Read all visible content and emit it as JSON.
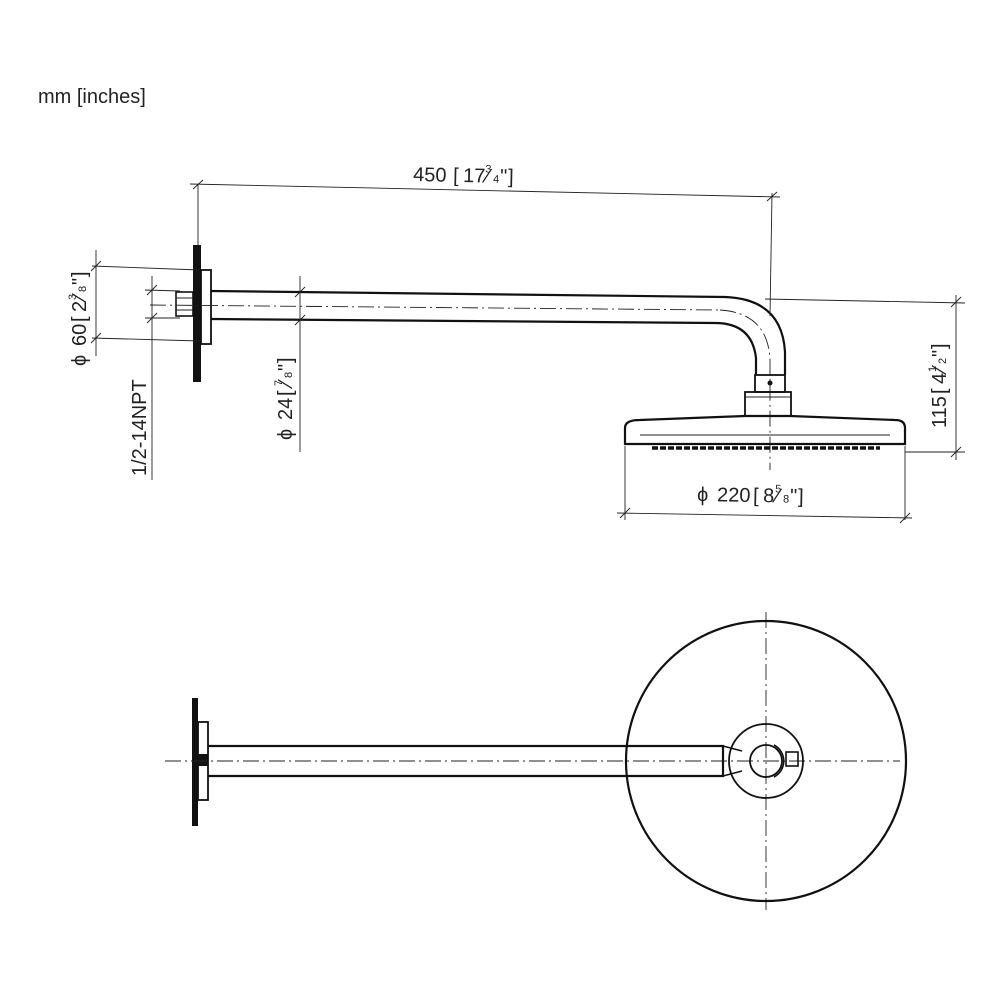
{
  "units": "mm [inches]",
  "dimensions": {
    "arm_length": {
      "value": "450",
      "whole": "17",
      "num": "3",
      "den": "4",
      "inch_mark": "\""
    },
    "flange_diameter": {
      "symbol": "ϕ",
      "value": "60",
      "whole": "2",
      "num": "3",
      "den": "8",
      "inch_mark": "\""
    },
    "pipe_diameter": {
      "symbol": "ϕ",
      "value": "24",
      "whole": "",
      "num": "7",
      "den": "8",
      "inch_mark": "\""
    },
    "thread": {
      "label": "1/2-14NPT"
    },
    "drop_height": {
      "value": "115",
      "whole": "4",
      "num": "1",
      "den": "2",
      "inch_mark": "\""
    },
    "head_diameter": {
      "symbol": "ϕ",
      "value": "220",
      "whole": "8",
      "num": "5",
      "den": "8",
      "inch_mark": "\""
    }
  },
  "colors": {
    "line": "#222222",
    "background": "#ffffff"
  }
}
